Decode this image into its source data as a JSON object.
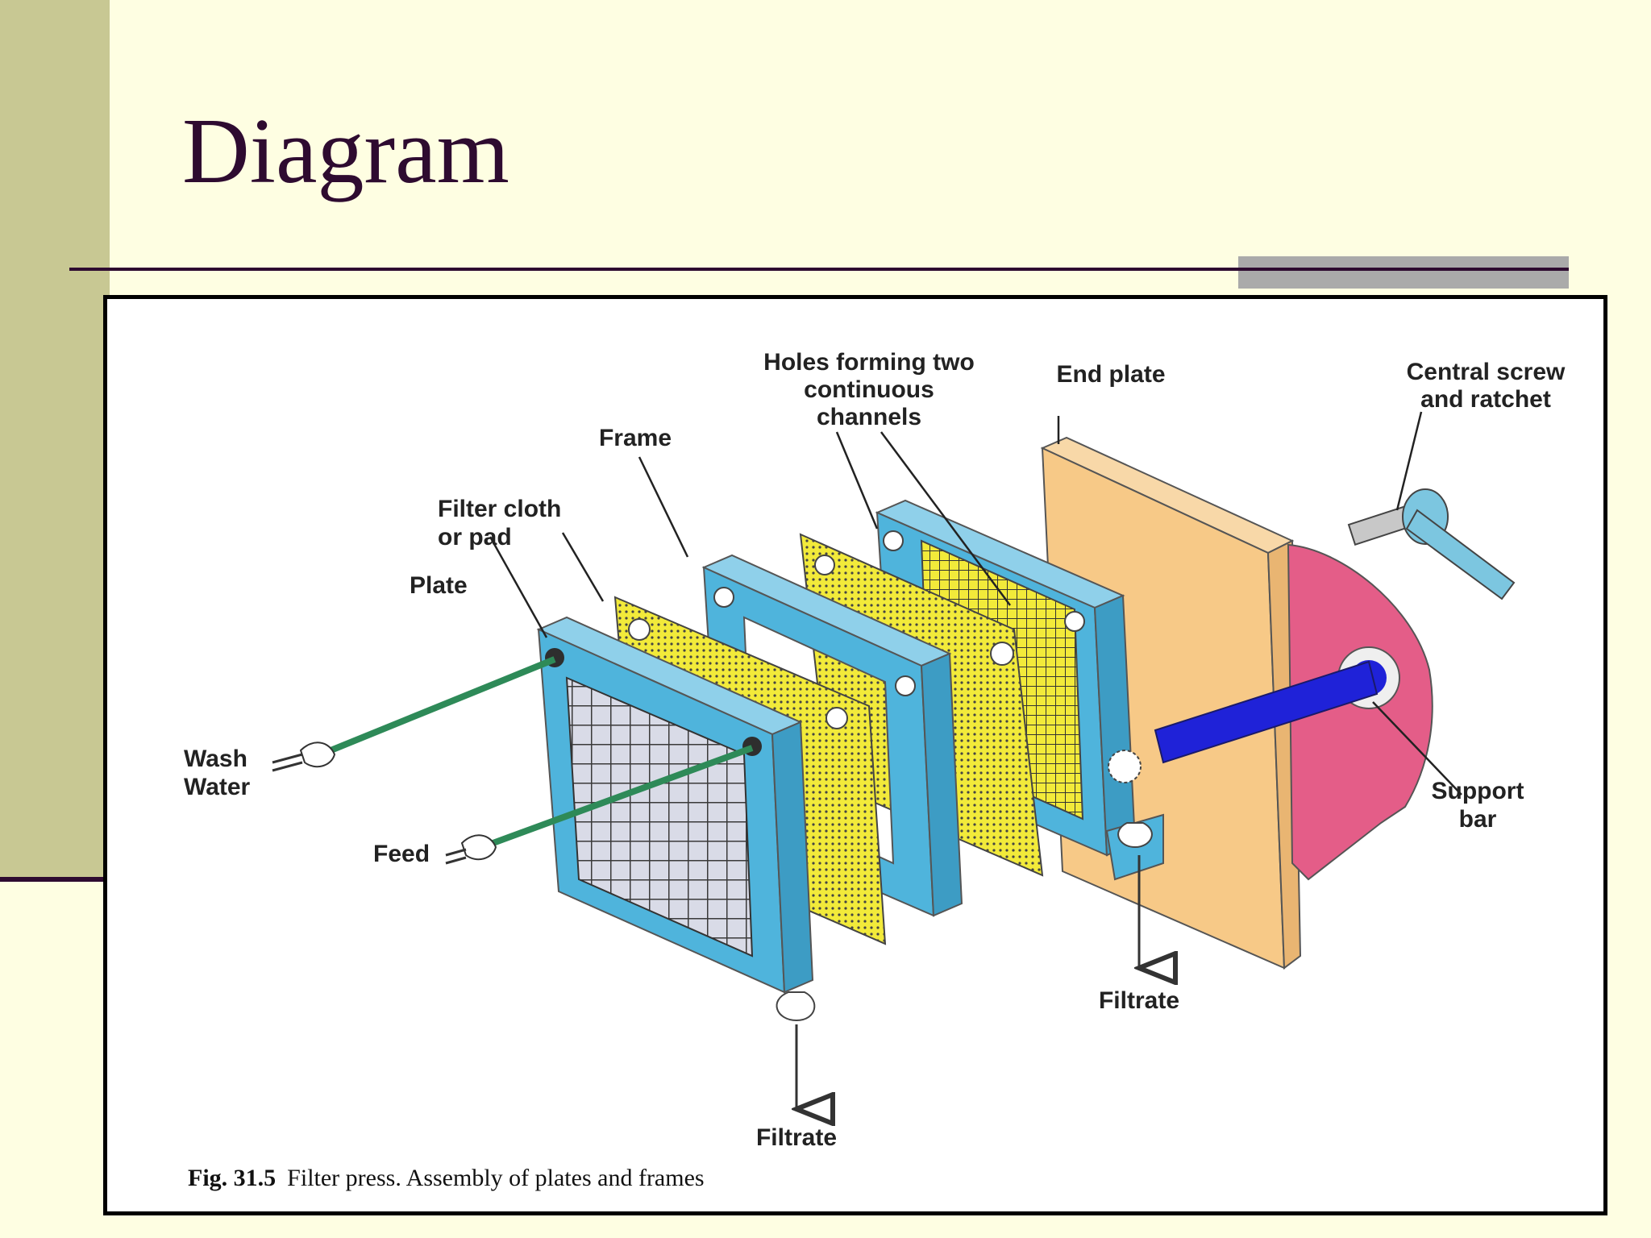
{
  "slide": {
    "title": "Diagram"
  },
  "figure": {
    "labels": {
      "holes_line1": "Holes forming two",
      "holes_line2": "continuous",
      "holes_line3": "channels",
      "end_plate": "End plate",
      "central_line1": "Central screw",
      "central_line2": "and ratchet",
      "frame": "Frame",
      "filter_cloth_line1": "Filter cloth",
      "filter_cloth_line2": "or pad",
      "plate": "Plate",
      "wash_line1": "Wash",
      "wash_line2": "Water",
      "feed": "Feed",
      "support_line1": "Support",
      "support_line2": "bar",
      "filtrate_right": "Filtrate",
      "filtrate_bottom": "Filtrate"
    },
    "caption": {
      "number": "Fig. 31.5",
      "text": "Filter press. Assembly of plates and frames"
    }
  },
  "colors": {
    "plate_blue": "#4fb4dc",
    "cloth_yellow": "#f2ea3a",
    "end_plate_orange": "#f7c987",
    "ratchet_pink": "#e45d88",
    "support_bar_blue": "#1f22d8",
    "pipe_green": "#2e8a58",
    "title_color": "#2e0b30",
    "slide_bg": "#fefee2",
    "side_bar": "#c8c893",
    "accent_gray": "#aaaaaa"
  }
}
